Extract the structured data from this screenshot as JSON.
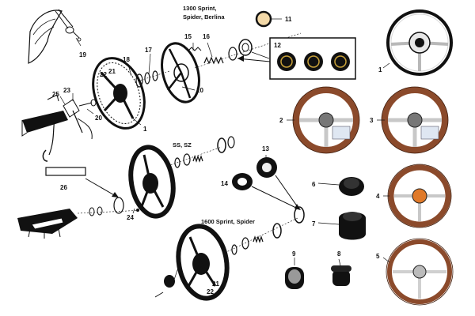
{
  "headings": {
    "sprint_1300_line1": "1300 Sprint,",
    "sprint_1300_line2": "Spider, Berlina",
    "ss_sz": "SS, SZ",
    "sprint_1600": "1600 Sprint, Spider"
  },
  "parts": {
    "p1_exploded": "1",
    "p1_photo": "1",
    "p2": "2",
    "p3": "3",
    "p4": "4",
    "p5": "5",
    "p6": "6",
    "p7": "7",
    "p8": "8",
    "p9": "9",
    "p10": "10",
    "p11": "11",
    "p12": "12",
    "p13": "13",
    "p14": "14",
    "p15": "15",
    "p16": "16",
    "p17": "17",
    "p18": "18",
    "p19": "19",
    "p20": "20",
    "p21_top": "21",
    "p21_bottom": "21",
    "p22_top": "22",
    "p22_bottom": "22",
    "p23": "23",
    "p24": "24",
    "p25": "25",
    "p26": "26"
  },
  "colors": {
    "line": "#111111",
    "wood": "#8b4a2b",
    "wood_dark": "#3e1c0c",
    "chrome": "#c8c8c8",
    "black": "#111111",
    "badge_gold": "#c9a23a",
    "horn_orange": "#e07a2a"
  }
}
